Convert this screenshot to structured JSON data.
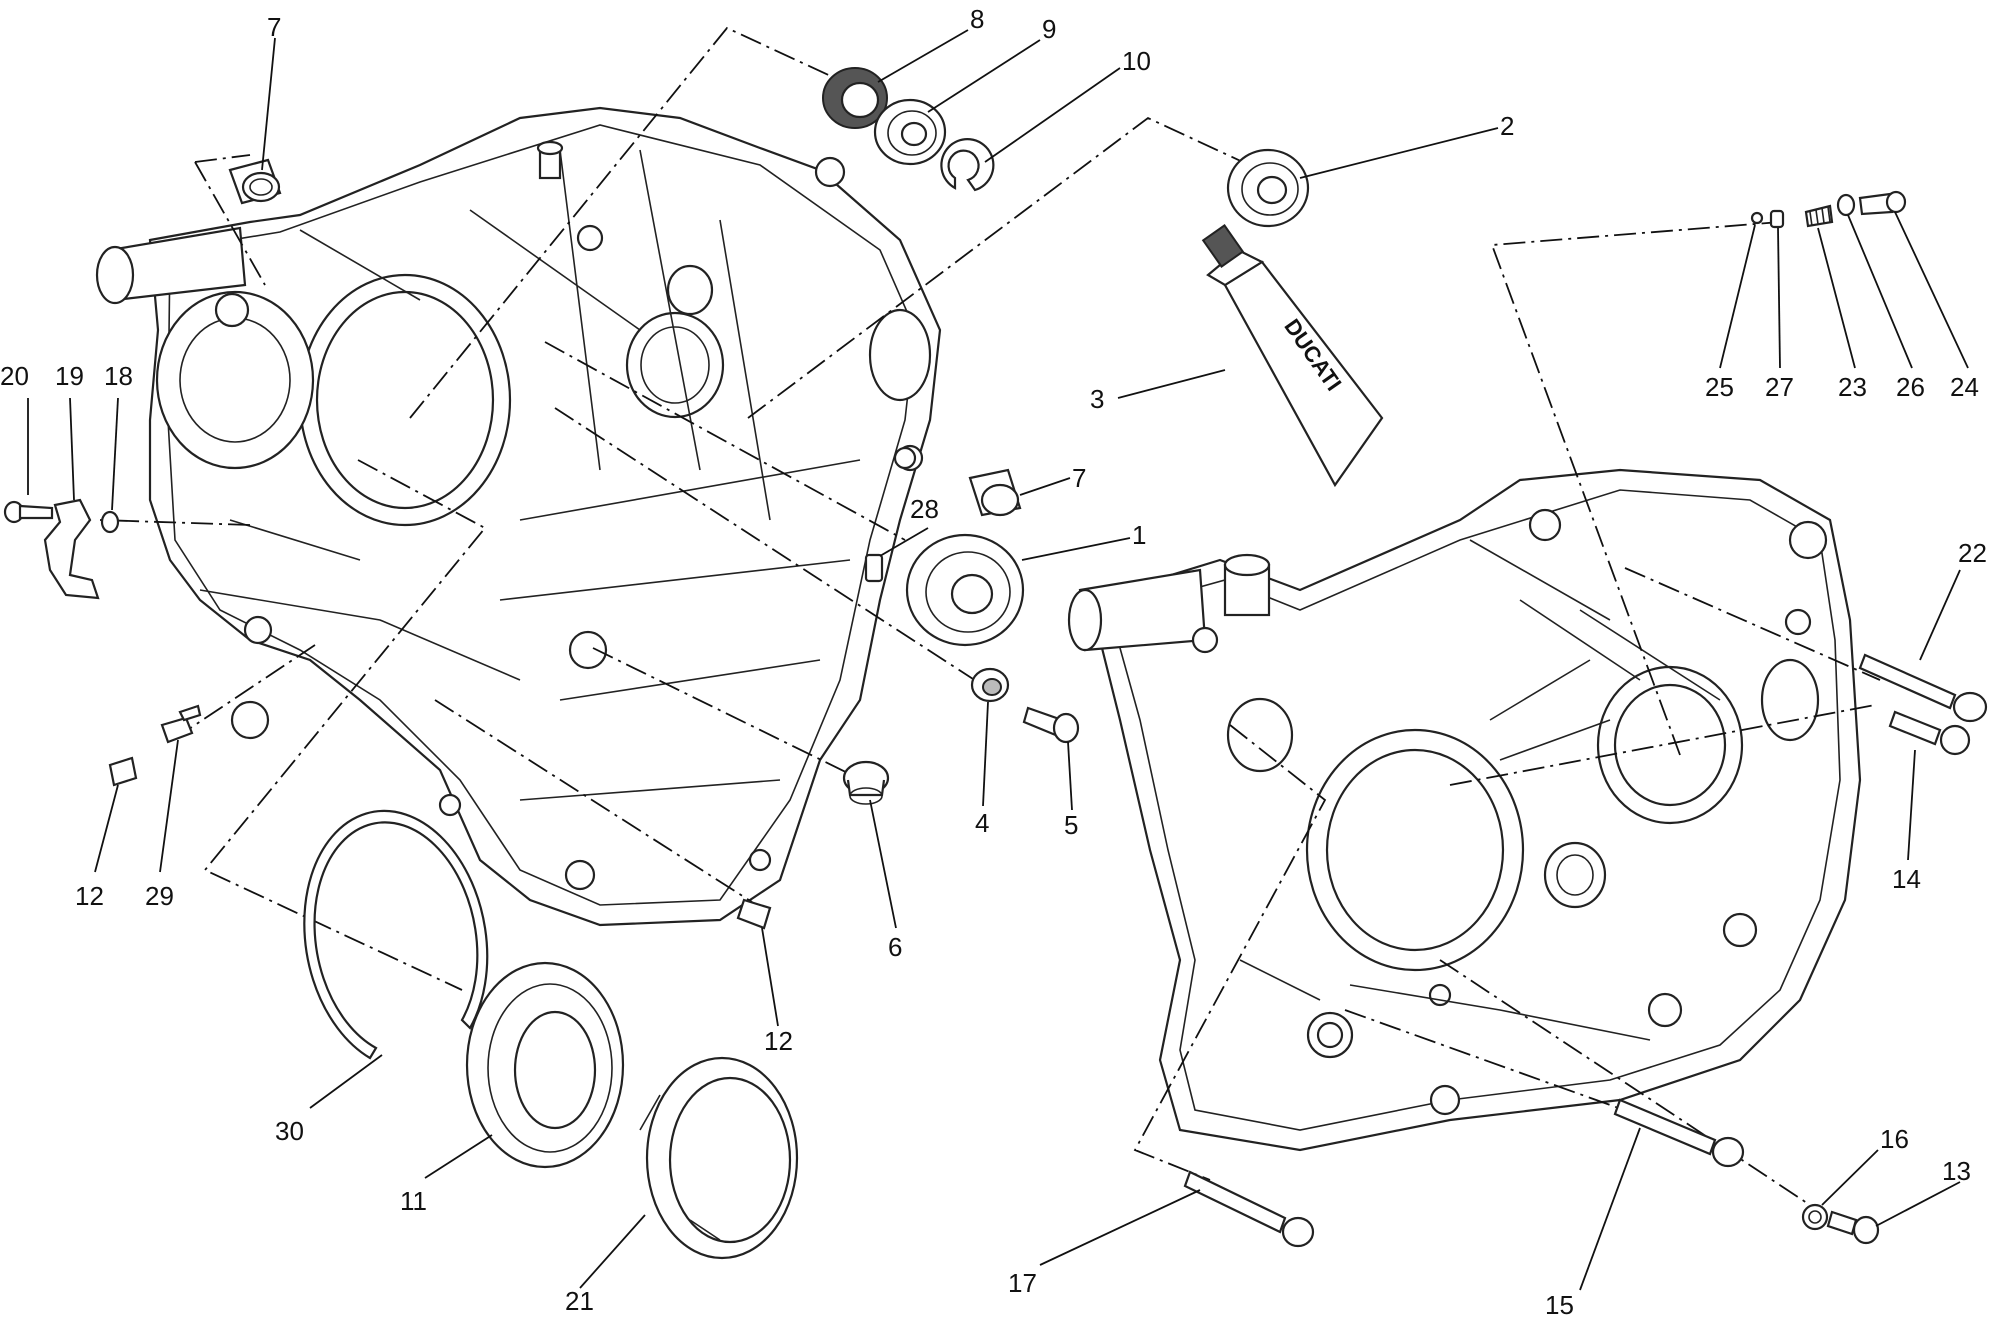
{
  "diagram": {
    "tube_brand_text": "DUCATI",
    "callouts": [
      {
        "id": "c7a",
        "label": "7"
      },
      {
        "id": "c8",
        "label": "8"
      },
      {
        "id": "c9",
        "label": "9"
      },
      {
        "id": "c10",
        "label": "10"
      },
      {
        "id": "c2",
        "label": "2"
      },
      {
        "id": "c3",
        "label": "3"
      },
      {
        "id": "c7b",
        "label": "7"
      },
      {
        "id": "c28",
        "label": "28"
      },
      {
        "id": "c1",
        "label": "1"
      },
      {
        "id": "c4",
        "label": "4"
      },
      {
        "id": "c5",
        "label": "5"
      },
      {
        "id": "c6",
        "label": "6"
      },
      {
        "id": "c12b",
        "label": "12"
      },
      {
        "id": "c20",
        "label": "20"
      },
      {
        "id": "c19",
        "label": "19"
      },
      {
        "id": "c18",
        "label": "18"
      },
      {
        "id": "c12a",
        "label": "12"
      },
      {
        "id": "c29",
        "label": "29"
      },
      {
        "id": "c30",
        "label": "30"
      },
      {
        "id": "c11",
        "label": "11"
      },
      {
        "id": "c21",
        "label": "21"
      },
      {
        "id": "c25",
        "label": "25"
      },
      {
        "id": "c27",
        "label": "27"
      },
      {
        "id": "c23",
        "label": "23"
      },
      {
        "id": "c26",
        "label": "26"
      },
      {
        "id": "c24",
        "label": "24"
      },
      {
        "id": "c22",
        "label": "22"
      },
      {
        "id": "c14",
        "label": "14"
      },
      {
        "id": "c16",
        "label": "16"
      },
      {
        "id": "c13",
        "label": "13"
      },
      {
        "id": "c17",
        "label": "17"
      },
      {
        "id": "c15",
        "label": "15"
      }
    ]
  }
}
